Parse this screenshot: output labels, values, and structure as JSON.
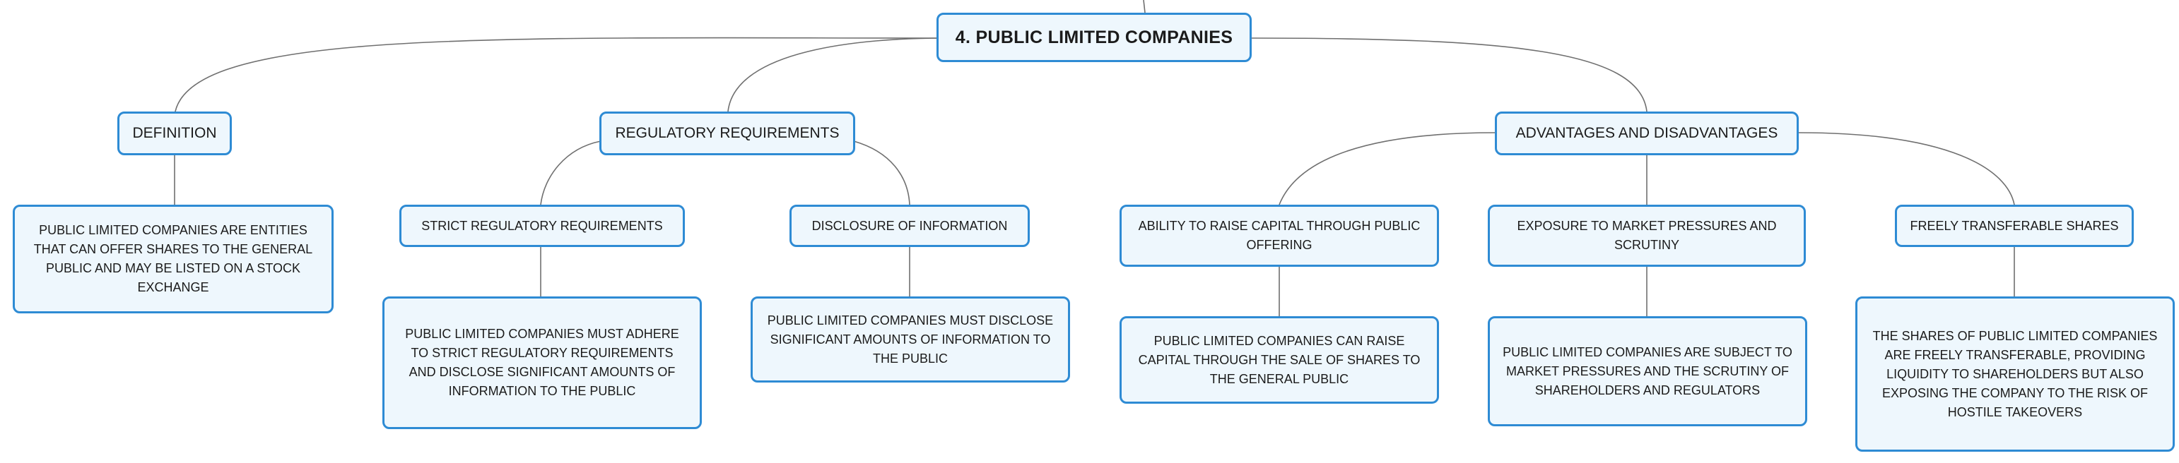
{
  "root": {
    "label": "4. PUBLIC LIMITED COMPANIES"
  },
  "definition": {
    "label": "DEFINITION",
    "text": "PUBLIC LIMITED COMPANIES ARE ENTITIES THAT CAN OFFER SHARES TO THE GENERAL PUBLIC AND MAY BE LISTED ON A STOCK EXCHANGE"
  },
  "regulatory": {
    "label": "REGULATORY REQUIREMENTS",
    "strict": {
      "label": "STRICT REGULATORY REQUIREMENTS",
      "text": "PUBLIC LIMITED COMPANIES MUST ADHERE TO STRICT REGULATORY REQUIREMENTS AND DISCLOSE SIGNIFICANT AMOUNTS OF INFORMATION TO THE PUBLIC"
    },
    "disclosure": {
      "label": "DISCLOSURE OF INFORMATION",
      "text": "PUBLIC LIMITED COMPANIES MUST DISCLOSE SIGNIFICANT AMOUNTS OF INFORMATION TO THE PUBLIC"
    }
  },
  "advantages": {
    "label": "ADVANTAGES AND DISADVANTAGES",
    "capital": {
      "label": "ABILITY TO RAISE CAPITAL THROUGH PUBLIC OFFERING",
      "text": "PUBLIC LIMITED COMPANIES CAN RAISE CAPITAL THROUGH THE SALE OF SHARES TO THE GENERAL PUBLIC"
    },
    "exposure": {
      "label": "EXPOSURE TO MARKET PRESSURES AND SCRUTINY",
      "text": "PUBLIC LIMITED COMPANIES ARE SUBJECT TO MARKET PRESSURES AND THE SCRUTINY OF SHAREHOLDERS AND REGULATORS"
    },
    "shares": {
      "label": "FREELY TRANSFERABLE SHARES",
      "text": "THE SHARES OF PUBLIC LIMITED COMPANIES ARE FREELY TRANSFERABLE, PROVIDING LIQUIDITY TO SHAREHOLDERS BUT ALSO EXPOSING THE COMPANY TO THE RISK OF HOSTILE TAKEOVERS"
    }
  },
  "colors": {
    "node_border": "#2e8bd4",
    "node_fill": "#eef7fd",
    "link": "#6f6f6f"
  }
}
